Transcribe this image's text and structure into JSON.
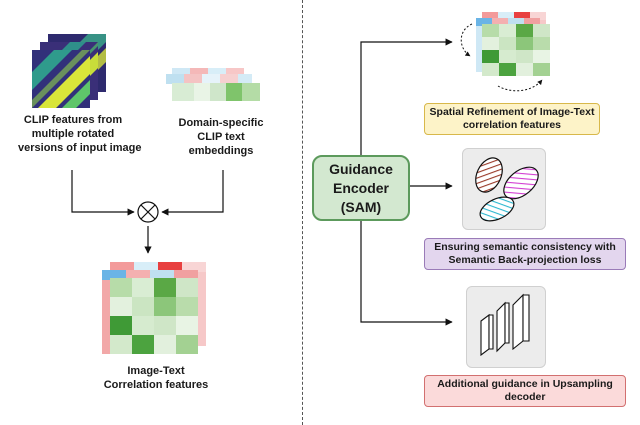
{
  "left": {
    "clip_features_label": [
      "CLIP features from",
      "multiple rotated",
      "versions of input image"
    ],
    "text_embeddings_label": [
      "Domain-specific",
      "CLIP text",
      "embeddings"
    ],
    "correlation_label": [
      "Image-Text",
      "Correlation features"
    ]
  },
  "right": {
    "guidance_encoder": [
      "Guidance",
      "Encoder",
      "(SAM)"
    ],
    "spatial_refinement": [
      "Spatial Refinement of Image-Text",
      "correlation features"
    ],
    "semantic_consistency": [
      "Ensuring semantic consistency with",
      "Semantic Back-projection loss"
    ],
    "upsampling_guidance": [
      "Additional guidance in Upsampling",
      "decoder"
    ]
  },
  "colors": {
    "spatial_box_bg": "#fdf3c8",
    "spatial_box_border": "#d8b84a",
    "semantic_box_bg": "#e3d6ee",
    "semantic_box_border": "#9a7bb8",
    "upsampling_box_bg": "#fbdada",
    "upsampling_box_border": "#d27070",
    "guidance_bg": "#d3e8d0",
    "guidance_border": "#5c9a5c"
  }
}
